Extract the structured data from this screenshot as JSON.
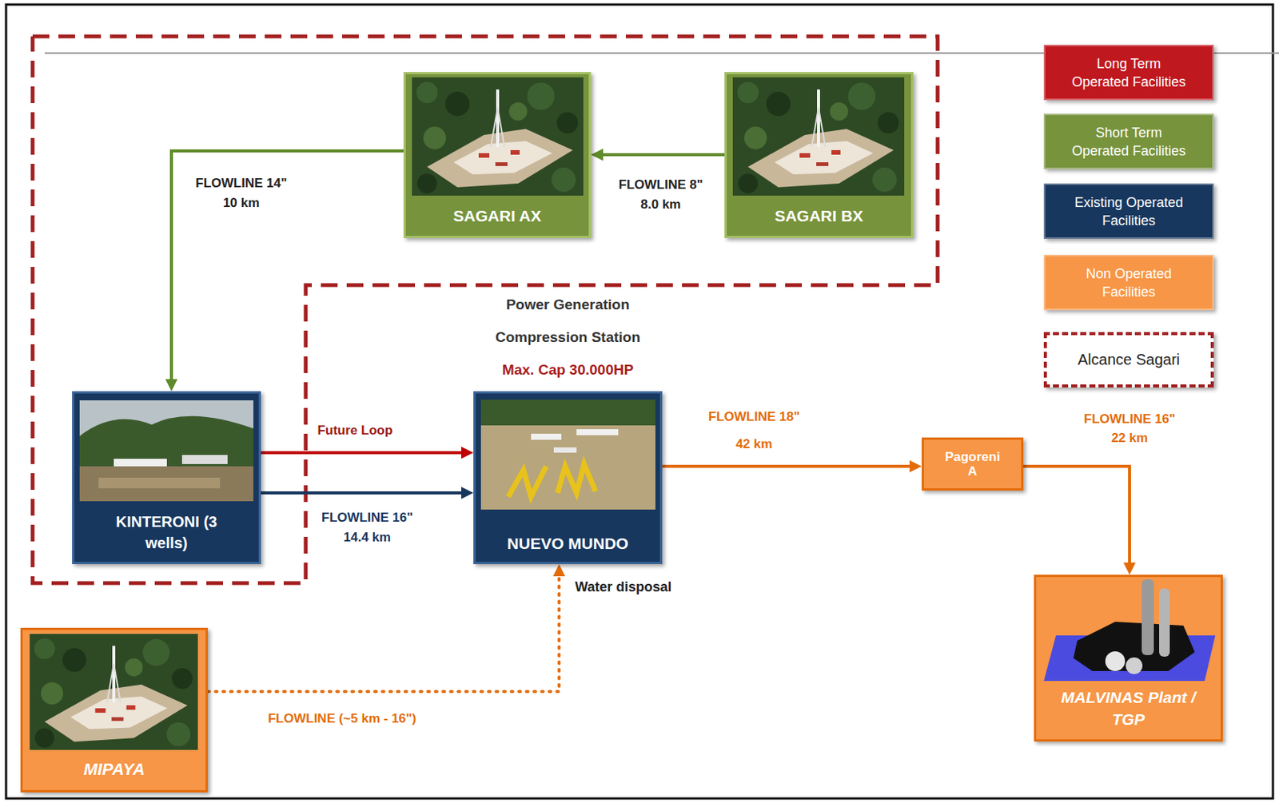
{
  "diagram": {
    "nodes": [
      {
        "text": [
          "SAGARI AX"
        ]
      },
      {
        "text": [
          "SAGARI BX"
        ]
      },
      {
        "text": [
          "KINTERONI (3 wells)"
        ]
      },
      {
        "text": [
          "Power Generation Compression Station",
          "Max. Cap 30.000HP",
          "NUEVO MUNDO"
        ]
      },
      {
        "text": [
          "Pagoreni A"
        ]
      },
      {
        "text": [
          "MALVINAS Plant / TGP"
        ]
      },
      {
        "text": [
          "MIPAYA"
        ]
      }
    ],
    "edges": [
      {
        "from": 1,
        "to": 0,
        "arrow": "to",
        "label": "FLOWLINE 8\" 8.0 km"
      },
      {
        "from": 0,
        "to": 2,
        "arrow": "to",
        "label": "FLOWLINE 14\" 10 km"
      },
      {
        "from": 2,
        "to": 3,
        "arrow": "to",
        "label": "Future Loop"
      },
      {
        "from": 2,
        "to": 3,
        "arrow": "to",
        "label": "FLOWLINE 16\" 14.4 km"
      },
      {
        "from": 3,
        "to": 4,
        "arrow": "to",
        "label": "FLOWLINE 18\" 42 km"
      },
      {
        "from": 4,
        "to": 5,
        "arrow": "to",
        "label": "FLOWLINE 16\" 22 km"
      },
      {
        "from": 6,
        "to": 3,
        "arrow": "to",
        "label": "FLOWLINE (~5 km - 16\")"
      }
    ],
    "labels": [
      "Water disposal"
    ],
    "legend": [
      {
        "text": "Long Term Operated Facilities",
        "color": "#c0181f"
      },
      {
        "text": "Short Term Operated Facilities",
        "color": "#77933c"
      },
      {
        "text": "Existing Operated Facilities",
        "color": "#17375e"
      },
      {
        "text": "Non Operated Facilities",
        "color": "#f79646"
      },
      {
        "text": "Alcance Sagari"
      }
    ]
  }
}
